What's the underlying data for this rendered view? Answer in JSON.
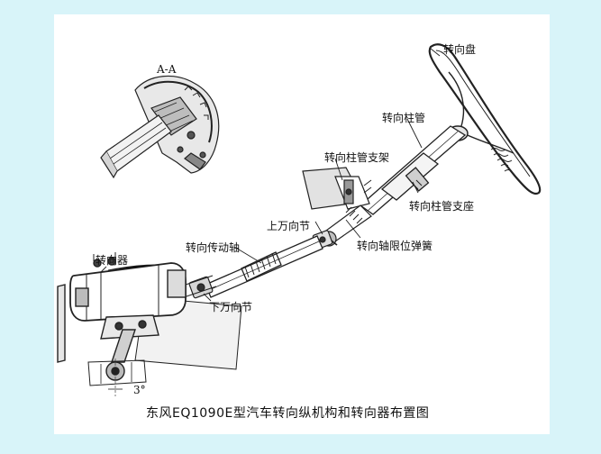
{
  "section_label": "A-A",
  "labels": {
    "steering_wheel": "转向盘",
    "steering_column": "转向柱管",
    "column_bracket": "转向柱管支架",
    "column_support": "转向柱管支座",
    "upper_ujoint": "上万向节",
    "axial_spring": "转向轴限位弹簧",
    "drive_shaft": "转向传动轴",
    "steering_gear": "转向器",
    "lower_ujoint": "下万向节"
  },
  "angle_label": "3°",
  "caption": "东风EQ1090E型汽车转向纵机构和转向器布置图",
  "colors": {
    "background": "#d8f4f9",
    "panel": "#ffffff",
    "ink": "#222222",
    "shade": "#9a9a9a"
  }
}
